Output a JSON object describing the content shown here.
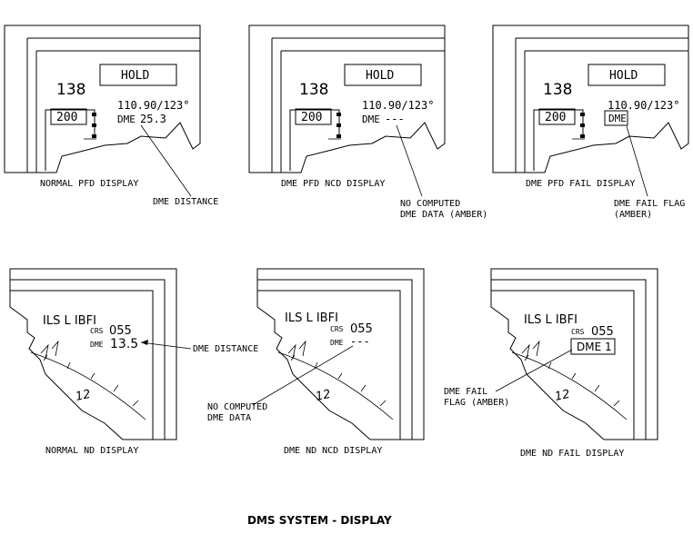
{
  "title": "DMS SYSTEM - DISPLAY",
  "pfd_panels": [
    {
      "speed": "138",
      "hold_label": "HOLD",
      "freq_course": "110.90/123°",
      "dme_prefix": "DME",
      "dme_value": "25.3",
      "alt": "200",
      "caption": "NORMAL PFD DISPLAY",
      "callout": [
        "DME DISTANCE"
      ]
    },
    {
      "speed": "138",
      "hold_label": "HOLD",
      "freq_course": "110.90/123°",
      "dme_prefix": "DME",
      "dme_value": "---",
      "alt": "200",
      "caption": "DME PFD NCD DISPLAY",
      "callout": [
        "NO COMPUTED",
        "DME DATA (AMBER)"
      ]
    },
    {
      "speed": "138",
      "hold_label": "HOLD",
      "freq_course": "110.90/123°",
      "dme_flag": "DME",
      "alt": "200",
      "caption": "DME PFD FAIL DISPLAY",
      "callout": [
        "DME FAIL FLAG",
        "(AMBER)"
      ]
    }
  ],
  "nd_panels": [
    {
      "ils": "ILS L  IBFI",
      "crs_label": "CRS",
      "crs_value": "055",
      "dme_label": "DME",
      "dme_value": "13.5",
      "heading_label": "12",
      "caption": "NORMAL ND DISPLAY",
      "callout": [
        "DME DISTANCE"
      ]
    },
    {
      "ils": "ILS L  IBFI",
      "crs_label": "CRS",
      "crs_value": "055",
      "dme_label": "DME",
      "dme_value": "---",
      "heading_label": "12",
      "caption": "DME ND NCD DISPLAY",
      "callout": [
        "NO COMPUTED",
        "DME DATA"
      ]
    },
    {
      "ils": "ILS L  IBFI",
      "crs_label": "CRS",
      "crs_value": "055",
      "dme_flag": "DME 1",
      "heading_label": "12",
      "caption": "DME ND FAIL DISPLAY",
      "callout": [
        "DME FAIL",
        "FLAG (AMBER)"
      ]
    }
  ]
}
